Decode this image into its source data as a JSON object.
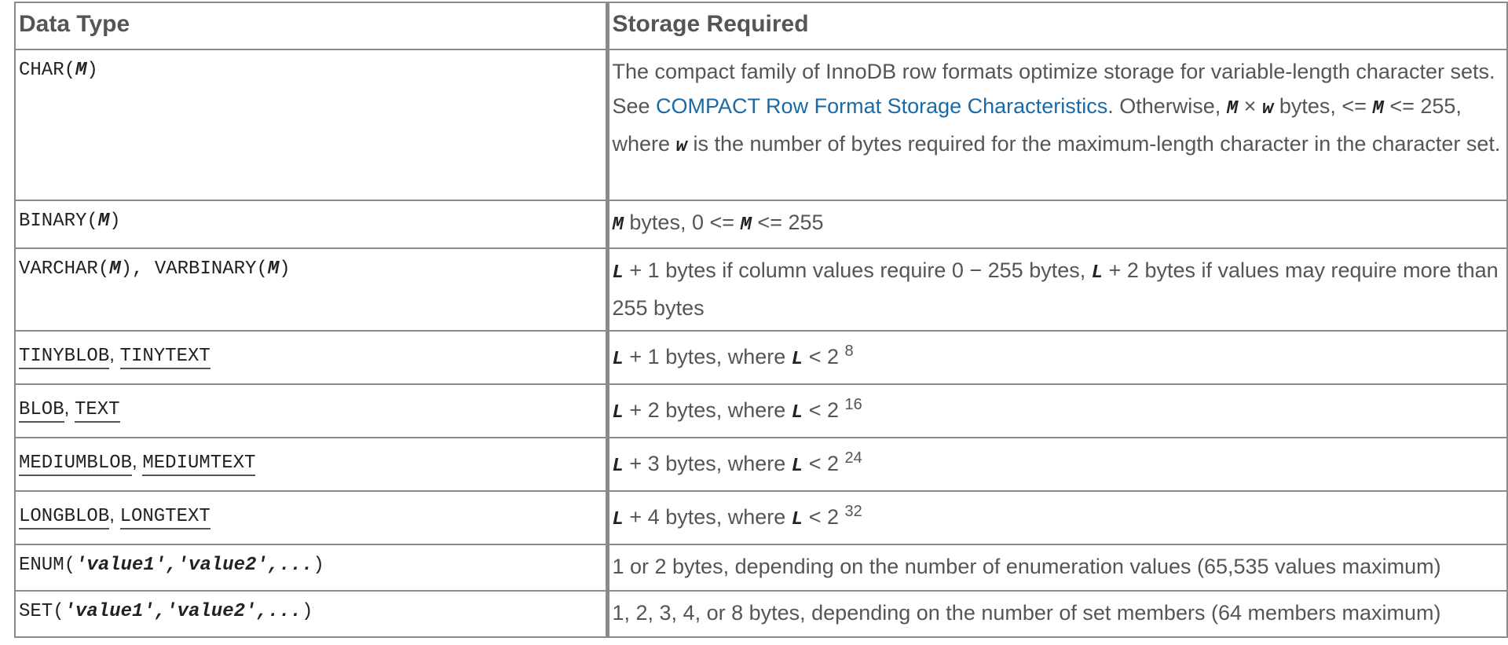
{
  "table": {
    "headers": {
      "data_type": "Data Type",
      "storage_required": "Storage Required"
    },
    "rows": [
      {
        "type_prefix": "CHAR(",
        "type_param": "M",
        "type_suffix": ")",
        "storage": {
          "part1": "The compact family of InnoDB row formats optimize storage for variable-length character sets. See ",
          "link": "COMPACT Row Format Storage Characteristics",
          "part2": ". Otherwise, ",
          "m": "M",
          "times": " × ",
          "w": "w",
          "part3": " bytes, <= ",
          "m2": "M",
          "part4": " <= 255, where ",
          "w2": "w",
          "part5": " is the number of bytes required for the maximum-length character in the character set."
        }
      },
      {
        "type_prefix": "BINARY(",
        "type_param": "M",
        "type_suffix": ")",
        "storage": {
          "m": "M",
          "part1": " bytes, 0 <= ",
          "m2": "M",
          "part2": " <= 255"
        }
      },
      {
        "type1_prefix": "VARCHAR(",
        "type1_param": "M",
        "type1_suffix": ")",
        "sep": ", ",
        "type2_prefix": "VARBINARY(",
        "type2_param": "M",
        "type2_suffix": ")",
        "storage": {
          "l": "L",
          "part1": " + 1 bytes if column values require 0 − 255 bytes, ",
          "l2": "L",
          "part2": " + 2 bytes if values may require more than 255 bytes"
        }
      },
      {
        "type1": "TINYBLOB",
        "sep": ", ",
        "type2": "TINYTEXT",
        "storage": {
          "l": "L",
          "part1": " + 1 bytes, where ",
          "l2": "L",
          "part2": " < 2 ",
          "exp": "8"
        }
      },
      {
        "type1": "BLOB",
        "sep": ", ",
        "type2": "TEXT",
        "storage": {
          "l": "L",
          "part1": " + 2 bytes, where ",
          "l2": "L",
          "part2": " < 2 ",
          "exp": "16"
        }
      },
      {
        "type1": "MEDIUMBLOB",
        "sep": ", ",
        "type2": "MEDIUMTEXT",
        "storage": {
          "l": "L",
          "part1": " + 3 bytes, where ",
          "l2": "L",
          "part2": " < 2 ",
          "exp": "24"
        }
      },
      {
        "type1": "LONGBLOB",
        "sep": ", ",
        "type2": "LONGTEXT",
        "storage": {
          "l": "L",
          "part1": " + 4 bytes, where ",
          "l2": "L",
          "part2": " < 2 ",
          "exp": "32"
        }
      },
      {
        "type_prefix": "ENUM(",
        "type_params": "'value1','value2',...",
        "type_suffix": ")",
        "storage_text": "1 or 2 bytes, depending on the number of enumeration values (65,535 values maximum)"
      },
      {
        "type_prefix": "SET(",
        "type_params": "'value1','value2',...",
        "type_suffix": ")",
        "storage_text": "1, 2, 3, 4, or 8 bytes, depending on the number of set members (64 members maximum)"
      }
    ]
  },
  "colors": {
    "text": "#555555",
    "code": "#222222",
    "link": "#1a6aa6",
    "border": "#8a8a8a"
  }
}
